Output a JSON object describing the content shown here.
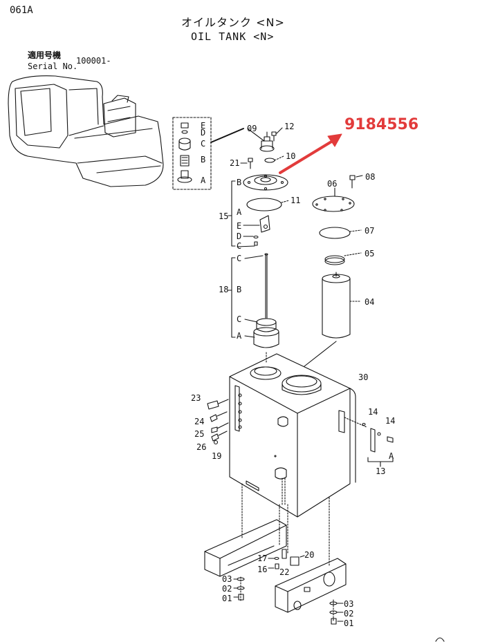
{
  "header": {
    "page_code": "061A",
    "title_jp": "オイルタンク <N>",
    "title_en": "OIL TANK <N>",
    "serial_label_jp": "適用号機",
    "serial_label_en": "Serial No.",
    "serial_value": "100001-"
  },
  "callout": {
    "part_number": "9184556",
    "color": "#e23b3b"
  },
  "labels": {
    "l09": "09",
    "l12": "12",
    "l10": "10",
    "l21": "21",
    "l08": "08",
    "l06": "06",
    "l11": "11",
    "l07": "07",
    "l05": "05",
    "l04": "04",
    "l15": "15",
    "l18": "18",
    "l30": "30",
    "l23": "23",
    "l24": "24",
    "l25": "25",
    "l26": "26",
    "l19": "19",
    "l14a": "14",
    "l14b": "14",
    "l13": "13",
    "l20": "20",
    "l17": "17",
    "l16": "16",
    "l22": "22",
    "l03a": "03",
    "l02a": "02",
    "l01a": "01",
    "l03b": "03",
    "l02b": "02",
    "l01b": "01",
    "box_e": "E",
    "box_d": "D",
    "box_c": "C",
    "box_b": "B",
    "box_a": "A",
    "g15_b": "B",
    "g15_a": "A",
    "g15_e": "E",
    "g15_d": "D",
    "g15_c": "C",
    "g18_c1": "C",
    "g18_b": "B",
    "g18_c2": "C",
    "g18_a": "A",
    "g13_a": "A"
  }
}
